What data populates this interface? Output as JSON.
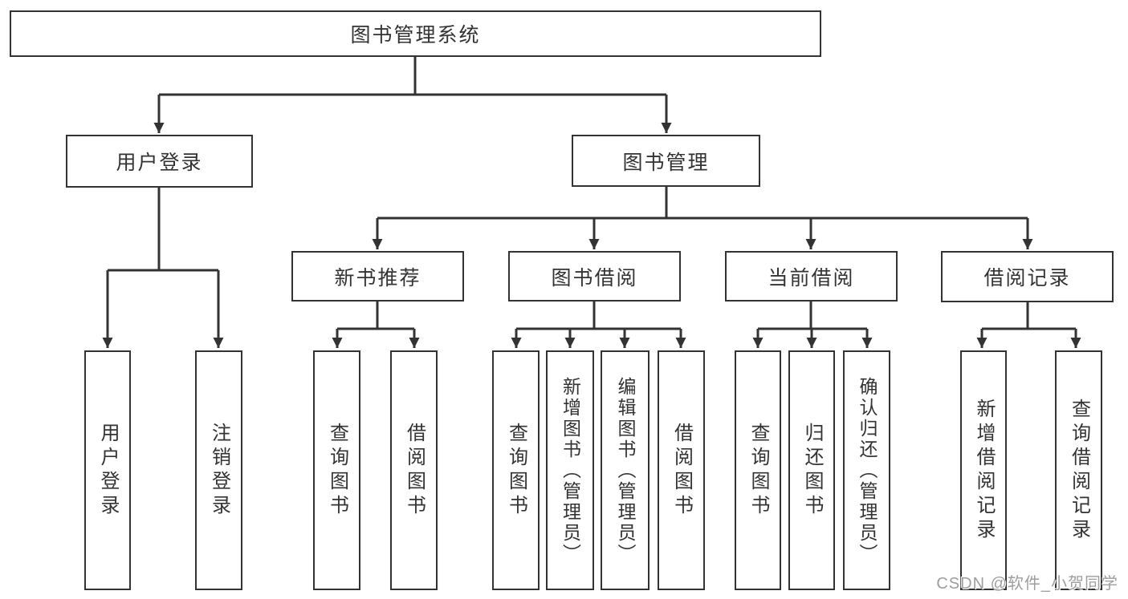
{
  "tree": {
    "root": {
      "label": "图书管理系统"
    },
    "level2": [
      {
        "label": "用户登录",
        "leaves": [
          {
            "label": "用户登录"
          },
          {
            "label": "注销登录"
          }
        ]
      },
      {
        "label": "图书管理",
        "groups": [
          {
            "label": "新书推荐",
            "leaves": [
              {
                "label": "查询图书"
              },
              {
                "label": "借阅图书"
              }
            ]
          },
          {
            "label": "图书借阅",
            "leaves": [
              {
                "label": "查询图书"
              },
              {
                "label": "新增图书（管理员）"
              },
              {
                "label": "编辑图书（管理员）"
              },
              {
                "label": "借阅图书"
              }
            ]
          },
          {
            "label": "当前借阅",
            "leaves": [
              {
                "label": "查询图书"
              },
              {
                "label": "归还图书"
              },
              {
                "label": "确认归还（管理员）"
              }
            ]
          },
          {
            "label": "借阅记录",
            "leaves": [
              {
                "label": "新增借阅记录"
              },
              {
                "label": "查询借阅记录"
              }
            ]
          }
        ]
      }
    ]
  },
  "watermark": {
    "text": "CSDN @软件_小贺同学"
  },
  "colors": {
    "line": "#333333",
    "box_border": "#333333",
    "box_fill": "#ffffff",
    "text": "#333333",
    "watermark": "#9e9e9e",
    "background": "#ffffff"
  }
}
